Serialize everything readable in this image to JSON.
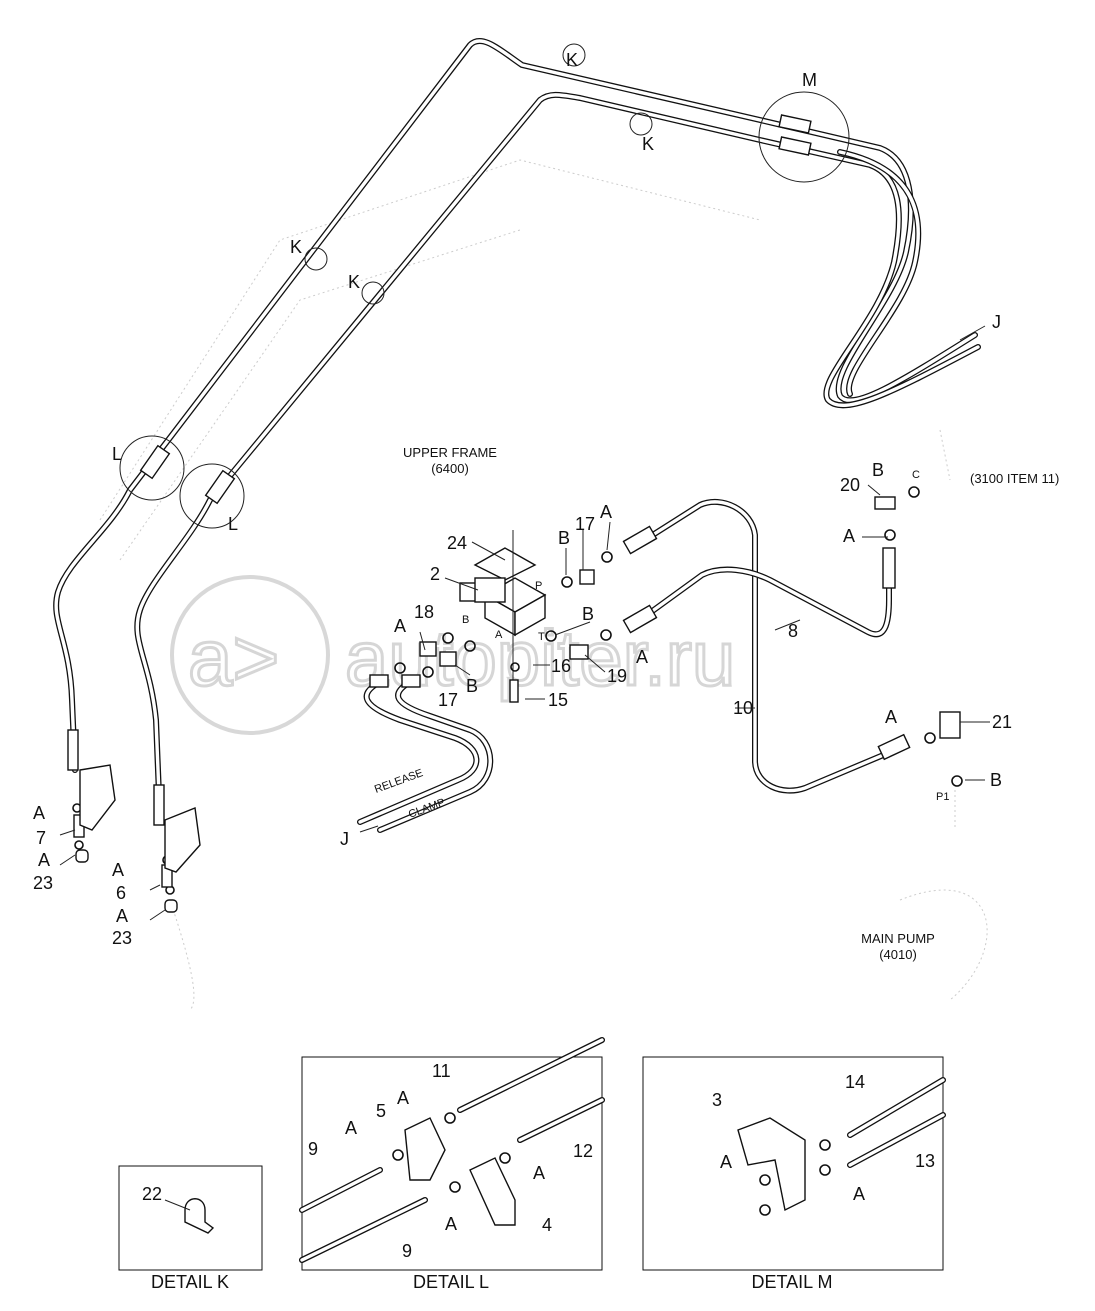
{
  "watermark": "autopiter.ru",
  "callouts": {
    "k1": "K",
    "k2": "K",
    "k3": "K",
    "k4": "K",
    "m": "M",
    "j1": "J",
    "j2": "J",
    "l1": "L",
    "l2": "L"
  },
  "references": {
    "upper_frame": "UPPER FRAME",
    "upper_frame_code": "(6400)",
    "main_pump": "MAIN PUMP",
    "main_pump_code": "(4010)",
    "ref_3100": "(3100 ITEM 11)"
  },
  "ports": {
    "p": "P",
    "b": "B",
    "a": "A",
    "t": "T",
    "c": "C",
    "p1": "P1"
  },
  "hose_labels": {
    "release": "RELEASE",
    "clamp": "CLAMP"
  },
  "part_numbers": {
    "n24": "24",
    "n2": "2",
    "n17a": "17",
    "n17b": "17",
    "n18": "18",
    "n16": "16",
    "n19": "19",
    "n15": "15",
    "n8": "8",
    "n10": "10",
    "n21": "21",
    "n20": "20",
    "n7": "7",
    "n6": "6",
    "n23a": "23",
    "n23b": "23"
  },
  "seal_letters": {
    "a": "A",
    "b": "B"
  },
  "details": {
    "k": {
      "caption": "DETAIL K",
      "parts": [
        "22"
      ]
    },
    "l": {
      "caption": "DETAIL L",
      "parts": [
        "11",
        "5",
        "9",
        "12",
        "4",
        "9"
      ]
    },
    "m": {
      "caption": "DETAIL M",
      "parts": [
        "14",
        "3",
        "13"
      ]
    }
  }
}
